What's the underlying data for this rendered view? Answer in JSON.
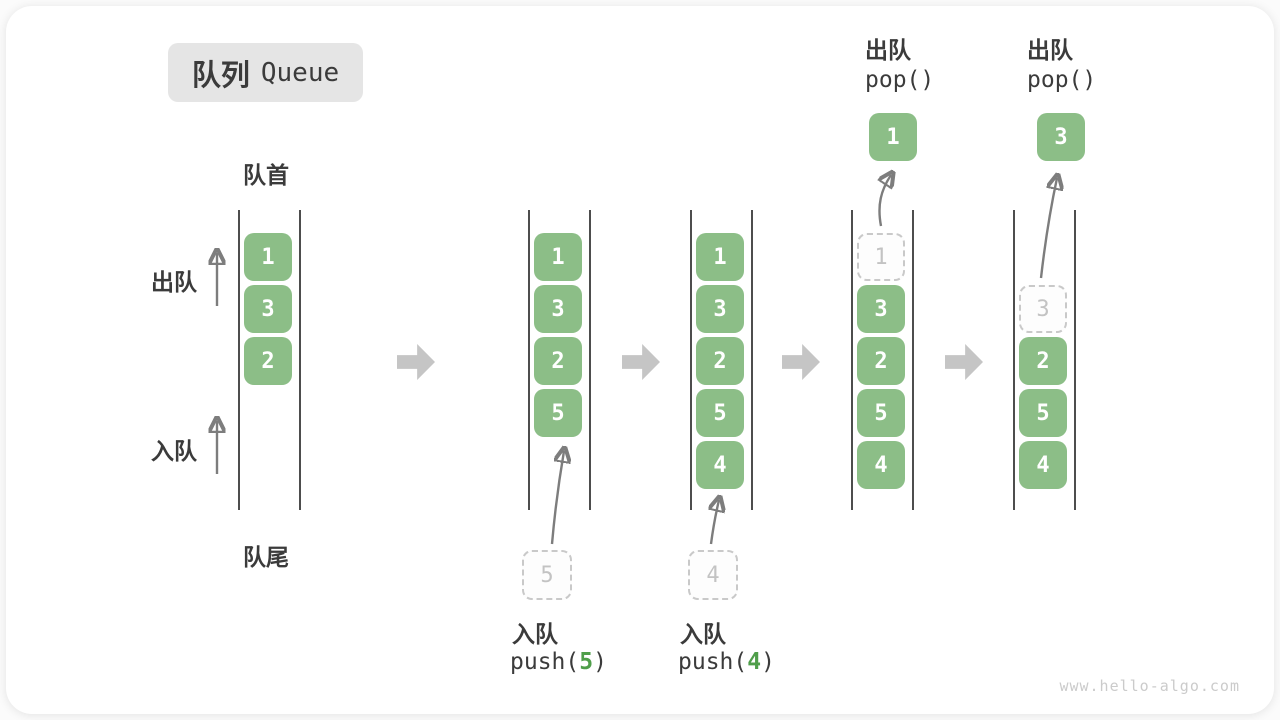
{
  "title": {
    "zh": "队列",
    "en": "Queue"
  },
  "side_labels": {
    "front": "队首",
    "rear": "队尾",
    "dequeue": "出队",
    "enqueue": "入队"
  },
  "watermark": "www.hello-algo.com",
  "colors": {
    "box_green": "#8cbe87",
    "code_arg_green": "#4f9e4a",
    "text_dark": "#3b3b3b",
    "title_bg": "#e5e5e5",
    "dashed_border": "#c9c9c9",
    "dashed_text": "#c3c3c3",
    "block_arrow_gray": "#c5c5c5",
    "small_arrow_gray": "#7d7d7d",
    "line_dark": "#4d4d4d",
    "watermark_gray": "#cbcbcb"
  },
  "states": [
    {
      "name": "initial-queue",
      "cells": [
        {
          "value": "1",
          "slot": 0,
          "variant": "solid"
        },
        {
          "value": "3",
          "slot": 1,
          "variant": "solid"
        },
        {
          "value": "2",
          "slot": 2,
          "variant": "solid"
        }
      ]
    },
    {
      "name": "after-push-5",
      "cells": [
        {
          "value": "1",
          "slot": 0,
          "variant": "solid"
        },
        {
          "value": "3",
          "slot": 1,
          "variant": "solid"
        },
        {
          "value": "2",
          "slot": 2,
          "variant": "solid"
        },
        {
          "value": "5",
          "slot": 3,
          "variant": "solid"
        }
      ],
      "below": {
        "floating_value": "5",
        "label": "入队",
        "code": {
          "pre": "push(",
          "arg": "5",
          "post": ")"
        }
      }
    },
    {
      "name": "after-push-4",
      "cells": [
        {
          "value": "1",
          "slot": 0,
          "variant": "solid"
        },
        {
          "value": "3",
          "slot": 1,
          "variant": "solid"
        },
        {
          "value": "2",
          "slot": 2,
          "variant": "solid"
        },
        {
          "value": "5",
          "slot": 3,
          "variant": "solid"
        },
        {
          "value": "4",
          "slot": 4,
          "variant": "solid"
        }
      ],
      "below": {
        "floating_value": "4",
        "label": "入队",
        "code": {
          "pre": "push(",
          "arg": "4",
          "post": ")"
        }
      }
    },
    {
      "name": "pop-1",
      "cells": [
        {
          "value": "1",
          "slot": 0,
          "variant": "dashed"
        },
        {
          "value": "3",
          "slot": 1,
          "variant": "solid"
        },
        {
          "value": "2",
          "slot": 2,
          "variant": "solid"
        },
        {
          "value": "5",
          "slot": 3,
          "variant": "solid"
        },
        {
          "value": "4",
          "slot": 4,
          "variant": "solid"
        }
      ],
      "above": {
        "floating_value": "1",
        "label": "出队",
        "code": "pop()"
      }
    },
    {
      "name": "pop-3",
      "cells": [
        {
          "value": "3",
          "slot": 1,
          "variant": "dashed"
        },
        {
          "value": "2",
          "slot": 2,
          "variant": "solid"
        },
        {
          "value": "5",
          "slot": 3,
          "variant": "solid"
        },
        {
          "value": "4",
          "slot": 4,
          "variant": "solid"
        }
      ],
      "above": {
        "floating_value": "3",
        "label": "出队",
        "code": "pop()"
      }
    }
  ]
}
